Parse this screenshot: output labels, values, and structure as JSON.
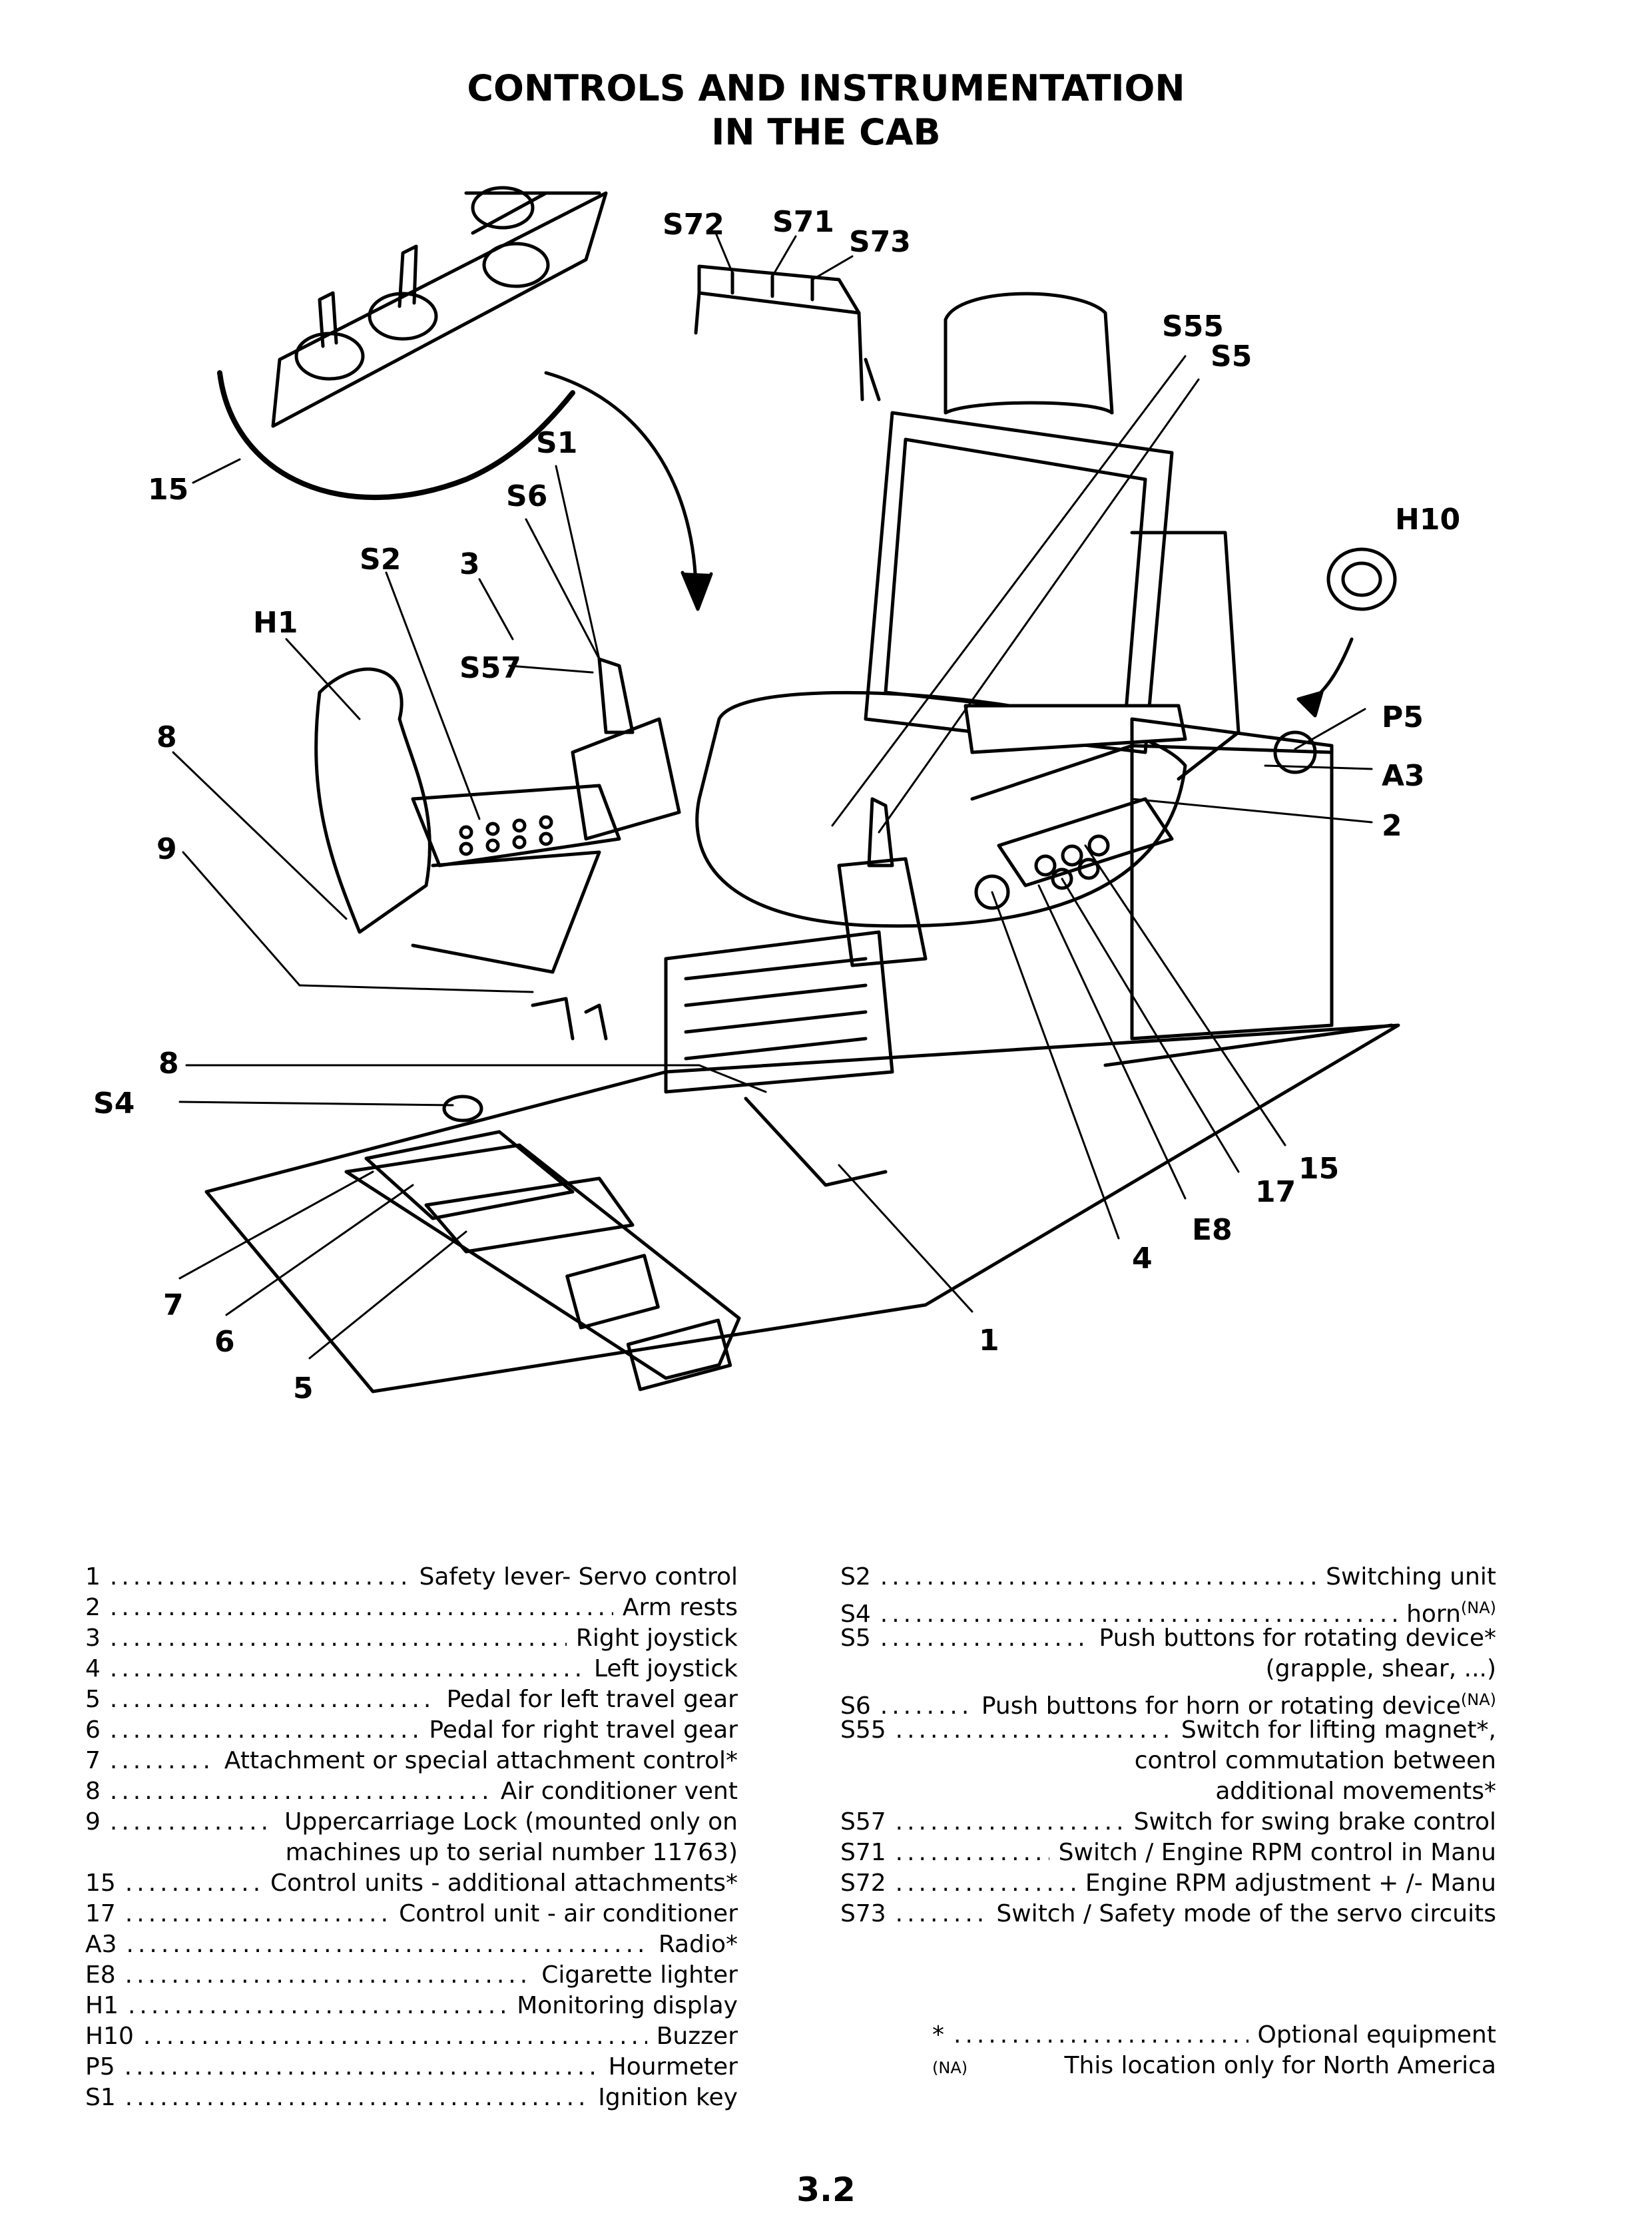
{
  "header": {
    "title_line1": "CONTROLS AND INSTRUMENTATION",
    "title_line2": "IN THE CAB"
  },
  "callouts": {
    "c_15a": "15",
    "c_S72": "S72",
    "c_S71": "S71",
    "c_S73": "S73",
    "c_S55": "S55",
    "c_S5": "S5",
    "c_S1": "S1",
    "c_S6": "S6",
    "c_H10": "H10",
    "c_S2": "S2",
    "c_3": "3",
    "c_H1": "H1",
    "c_S57": "S57",
    "c_8a": "8",
    "c_P5": "P5",
    "c_A3": "A3",
    "c_2": "2",
    "c_9": "9",
    "c_8b": "8",
    "c_S4": "S4",
    "c_15b": "15",
    "c_17": "17",
    "c_E8": "E8",
    "c_4": "4",
    "c_7": "7",
    "c_6": "6",
    "c_1": "1",
    "c_5": "5"
  },
  "legend_left": [
    {
      "key": "1",
      "desc": "Safety lever- Servo control"
    },
    {
      "key": "2",
      "desc": "Arm rests"
    },
    {
      "key": "3",
      "desc": "Right joystick"
    },
    {
      "key": "4",
      "desc": "Left joystick"
    },
    {
      "key": "5",
      "desc": "Pedal for left travel gear"
    },
    {
      "key": "6",
      "desc": "Pedal for right travel gear"
    },
    {
      "key": "7",
      "desc": "Attachment or special attachment control*"
    },
    {
      "key": "8",
      "desc": "Air conditioner vent"
    },
    {
      "key": "9",
      "desc": "Uppercarriage Lock (mounted only on"
    },
    {
      "key": "",
      "desc": "machines up to serial number 11763)"
    },
    {
      "key": "15",
      "desc": "Control units - additional attachments*"
    },
    {
      "key": "17",
      "desc": "Control unit - air conditioner"
    },
    {
      "key": "A3",
      "desc": "Radio*"
    },
    {
      "key": "E8",
      "desc": "Cigarette lighter"
    },
    {
      "key": "H1",
      "desc": "Monitoring display"
    },
    {
      "key": "H10",
      "desc": "Buzzer"
    },
    {
      "key": "P5",
      "desc": "Hourmeter"
    },
    {
      "key": "S1",
      "desc": "Ignition key"
    }
  ],
  "legend_right": [
    {
      "key": "S2",
      "desc": "Switching unit"
    },
    {
      "key": "S4",
      "desc": "horn",
      "sup": "(NA)"
    },
    {
      "key": "S5",
      "desc": "Push buttons for rotating device*"
    },
    {
      "key": "",
      "desc": "(grapple, shear, ...)"
    },
    {
      "key": "S6",
      "desc": "Push buttons for horn or rotating device",
      "sup": "(NA)"
    },
    {
      "key": "S55",
      "desc": "Switch for lifting magnet*,"
    },
    {
      "key": "",
      "desc": "control commutation between"
    },
    {
      "key": "",
      "desc": "additional movements*"
    },
    {
      "key": "S57",
      "desc": "Switch for swing brake control"
    },
    {
      "key": "S71",
      "desc": "Switch / Engine RPM control in Manu"
    },
    {
      "key": "S72",
      "desc": "Engine RPM adjustment + /- Manu"
    },
    {
      "key": "S73",
      "desc": "Switch / Safety mode of the servo circuits"
    }
  ],
  "notes": {
    "star_symbol": "*",
    "star_desc": "Optional equipment",
    "na_symbol": "(NA)",
    "na_desc": "This location only for North America"
  },
  "footer": {
    "page_number": "3.2"
  }
}
